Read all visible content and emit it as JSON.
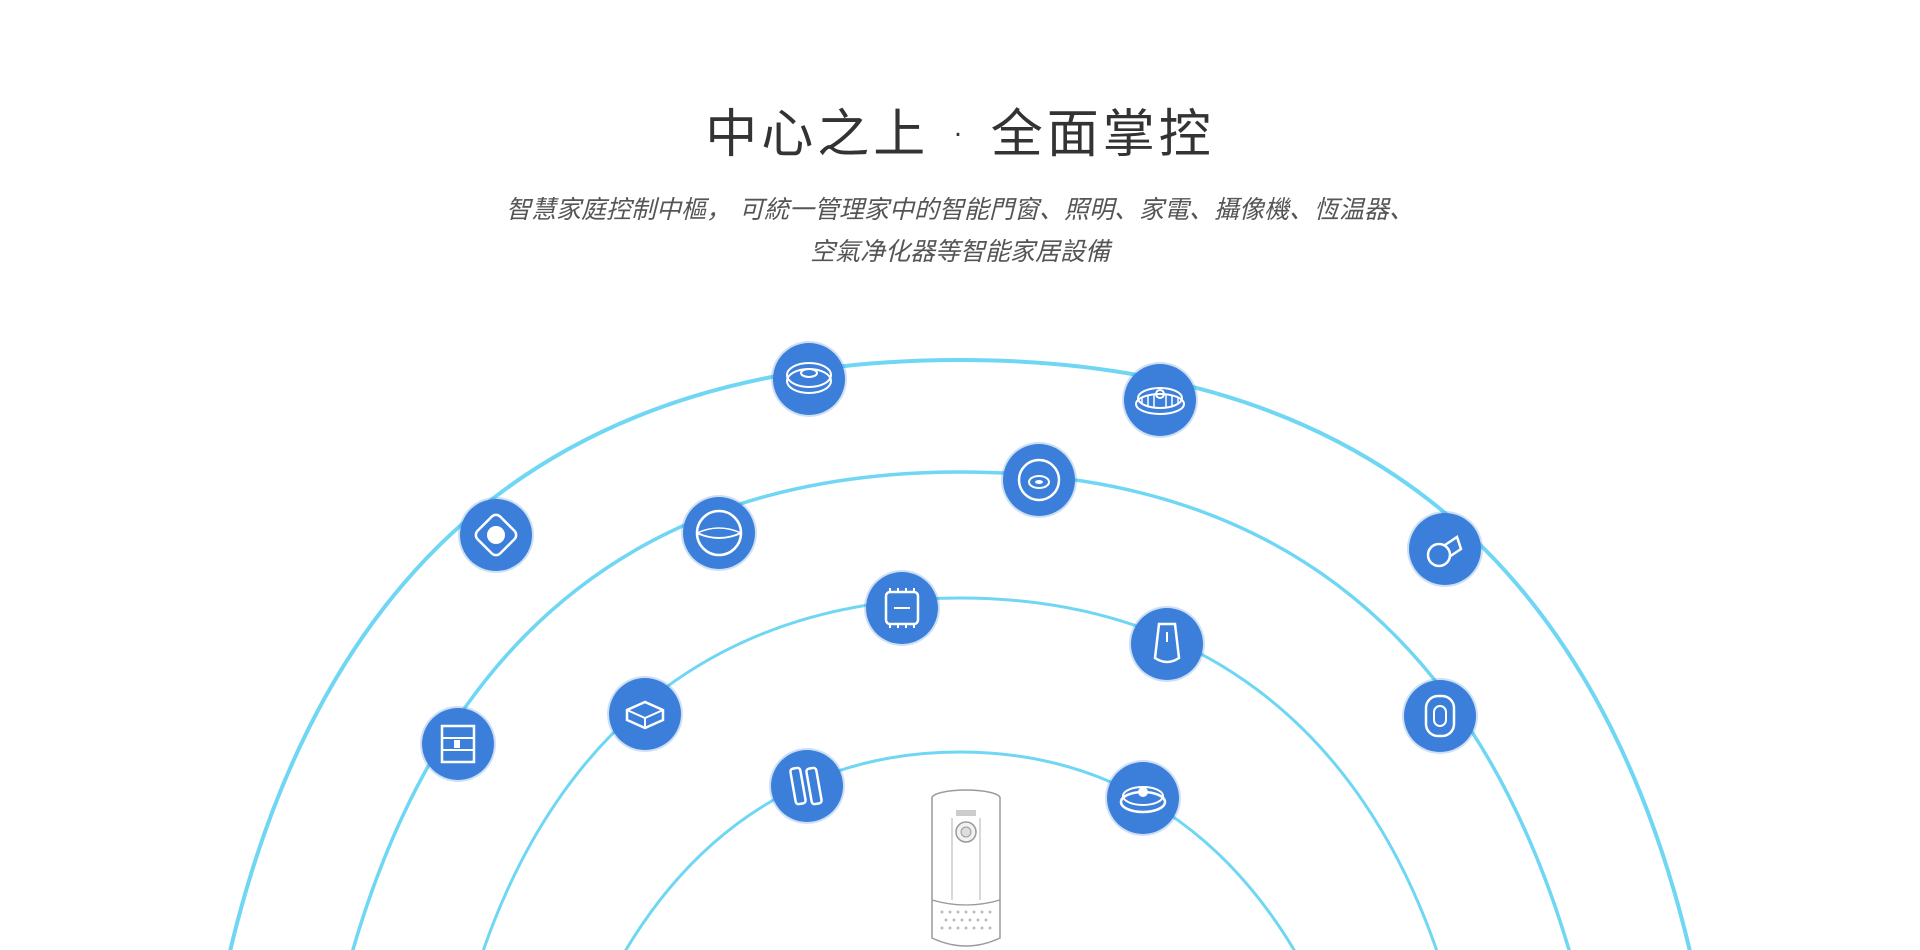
{
  "header": {
    "title": "中心之上 · 全面掌控",
    "subtitle_line1": "智慧家庭控制中樞， 可統一管理家中的智能門窗、照明、家電、攝像機、恆温器、",
    "subtitle_line2": "空氣净化器等智能家居設備"
  },
  "colors": {
    "node_fill": "#3b7fdb",
    "ring_stroke": "#5fd0f2",
    "title_text": "#333333",
    "subtitle_text": "#555555"
  },
  "devices": [
    {
      "icon": "smoke-detector-icon"
    },
    {
      "icon": "siren-icon"
    },
    {
      "icon": "ceiling-sensor-icon"
    },
    {
      "icon": "button-switch-icon"
    },
    {
      "icon": "dome-sensor-icon"
    },
    {
      "icon": "smart-bulb-icon"
    },
    {
      "icon": "relay-module-icon"
    },
    {
      "icon": "water-sensor-icon"
    },
    {
      "icon": "wall-switch-icon"
    },
    {
      "icon": "ir-controller-icon"
    },
    {
      "icon": "smart-plug-icon"
    },
    {
      "icon": "door-window-sensor-icon"
    },
    {
      "icon": "thermostat-hub-icon"
    }
  ],
  "hub": {
    "icon": "smart-camera-hub-icon"
  }
}
